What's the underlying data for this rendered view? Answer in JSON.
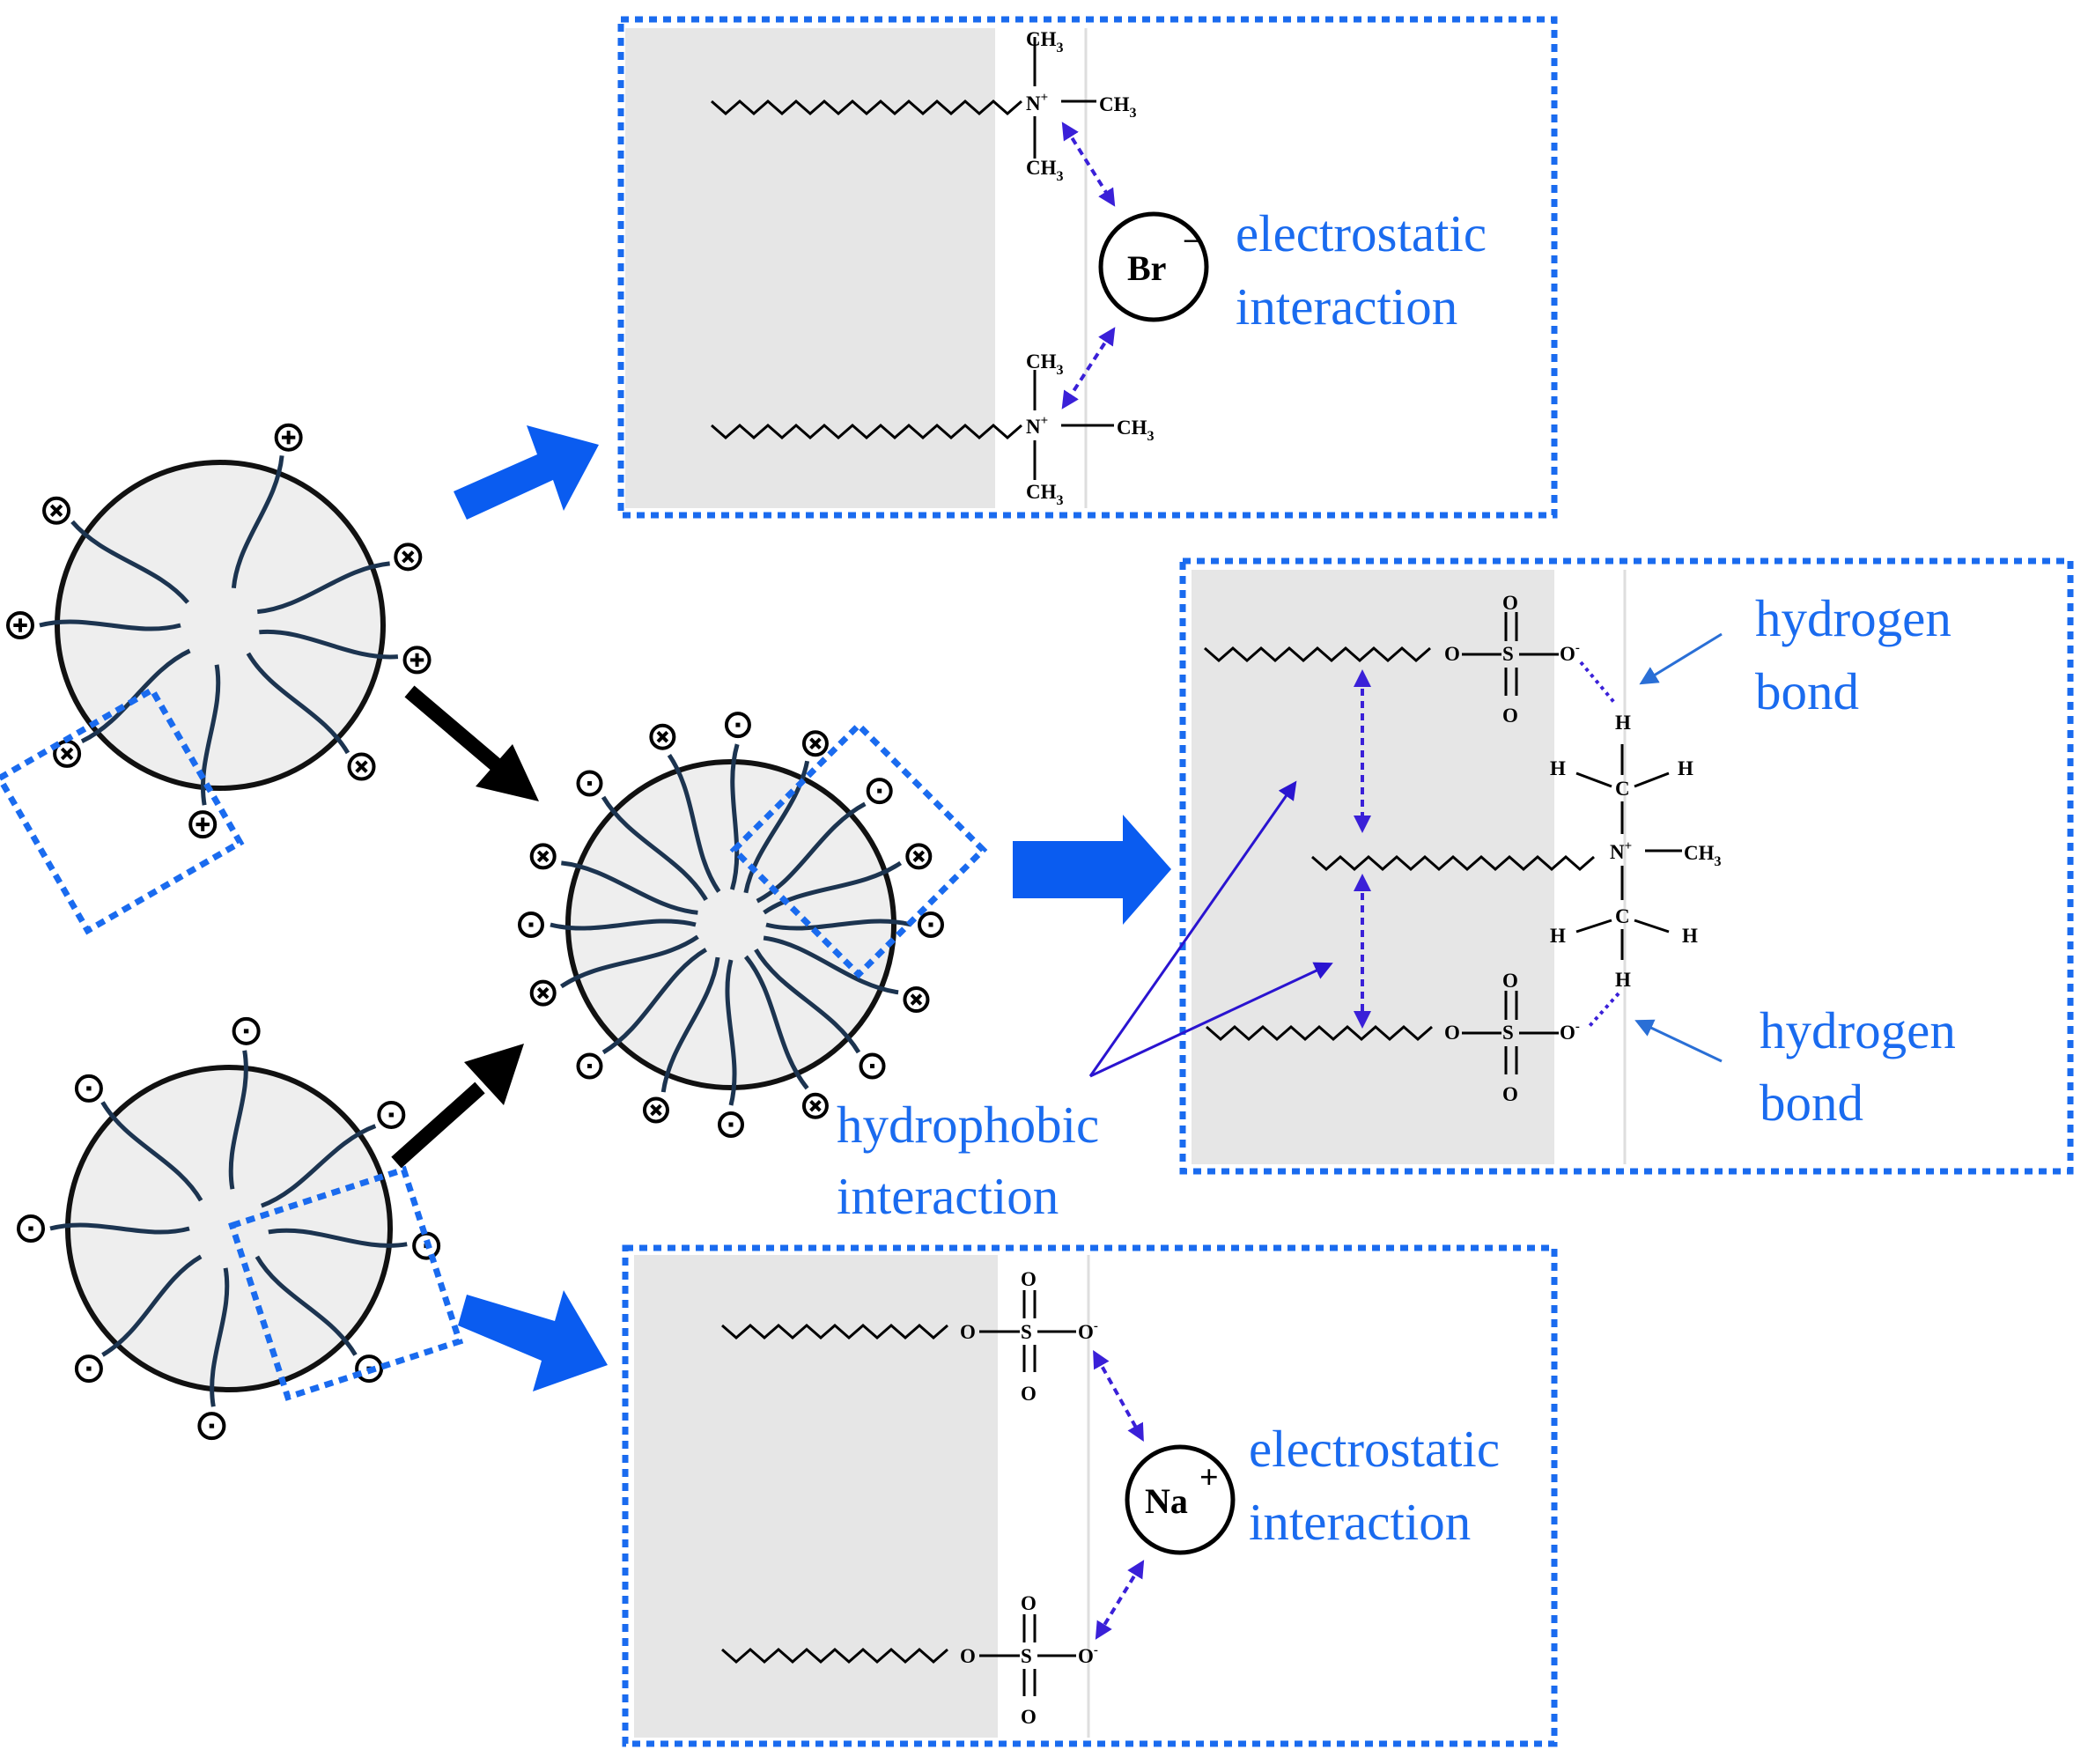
{
  "colors": {
    "label_blue": "#1a6bef",
    "frame_blue": "#1a6bef",
    "arrow_blue": "#0a5cf0",
    "interaction_arrow": "#3a20d8",
    "micelle_fill": "#eeeeee",
    "tail_color": "#1c3450",
    "panel_gray": "#e6e6e6"
  },
  "labels": {
    "electrostatic_top_1": "electrostatic",
    "electrostatic_top_2": "interaction",
    "electrostatic_bottom_1": "electrostatic",
    "electrostatic_bottom_2": "interaction",
    "hydrophobic_1": "hydrophobic",
    "hydrophobic_2": "interaction",
    "hbond_top_1": "hydrogen",
    "hbond_top_2": "bond",
    "hbond_bottom_1": "hydrogen",
    "hbond_bottom_2": "bond"
  },
  "chemistry": {
    "br_ion": "Br",
    "br_charge": "−",
    "na_ion": "Na",
    "na_charge": "+",
    "ctab": {
      "n": "N",
      "n_charge": "+",
      "ch": "CH",
      "sub": "3"
    },
    "sds": {
      "o": "O",
      "s": "S",
      "o_minus": "O",
      "minus": "-"
    },
    "mixed": {
      "h": "H",
      "c": "C",
      "n": "N",
      "n_charge": "+",
      "ch": "CH",
      "sub": "3"
    }
  },
  "icons": {
    "cationic_headgroup": "circle-plus-icon",
    "anionic_headgroup": "circle-minus-icon",
    "flow_arrow": "black-arrow-icon",
    "zoom_arrow": "blue-block-arrow-icon"
  }
}
